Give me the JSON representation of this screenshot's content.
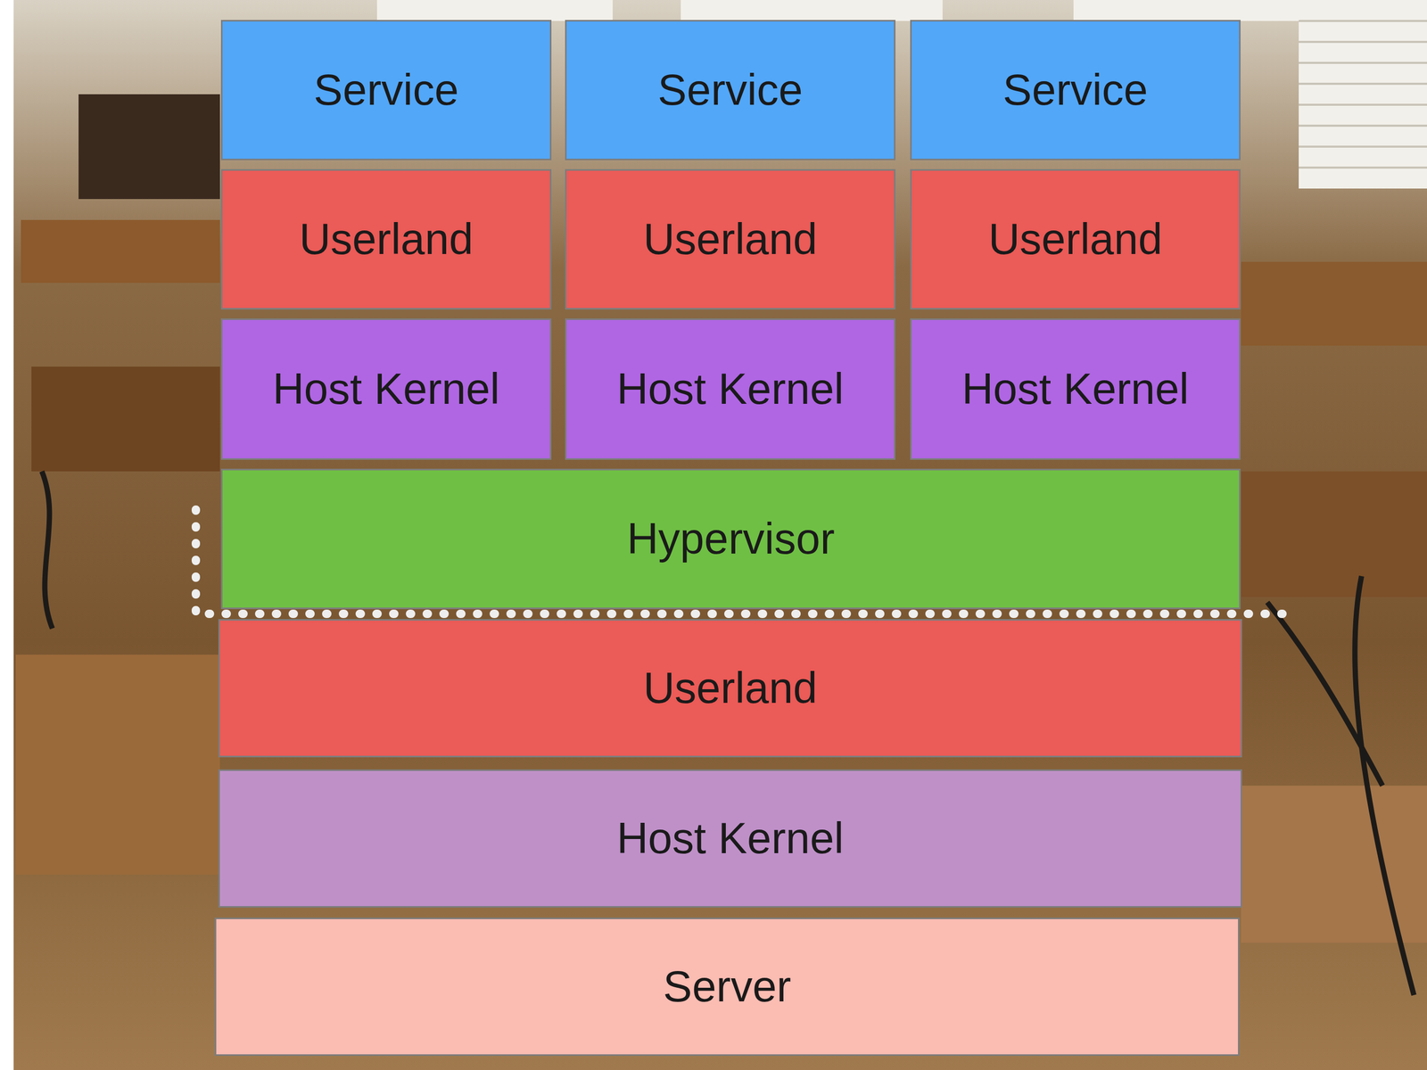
{
  "diagram": {
    "nodes": [
      {
        "text": [
          "Service"
        ]
      },
      {
        "text": [
          "Service"
        ]
      },
      {
        "text": [
          "Service"
        ]
      },
      {
        "text": [
          "Userland"
        ]
      },
      {
        "text": [
          "Userland"
        ]
      },
      {
        "text": [
          "Userland"
        ]
      },
      {
        "text": [
          "Host Kernel"
        ]
      },
      {
        "text": [
          "Host Kernel"
        ]
      },
      {
        "text": [
          "Host Kernel"
        ]
      },
      {
        "text": [
          "Hypervisor"
        ]
      },
      {
        "text": [
          "Userland"
        ]
      },
      {
        "text": [
          "Host Kernel"
        ]
      },
      {
        "text": [
          "Server"
        ]
      }
    ]
  }
}
